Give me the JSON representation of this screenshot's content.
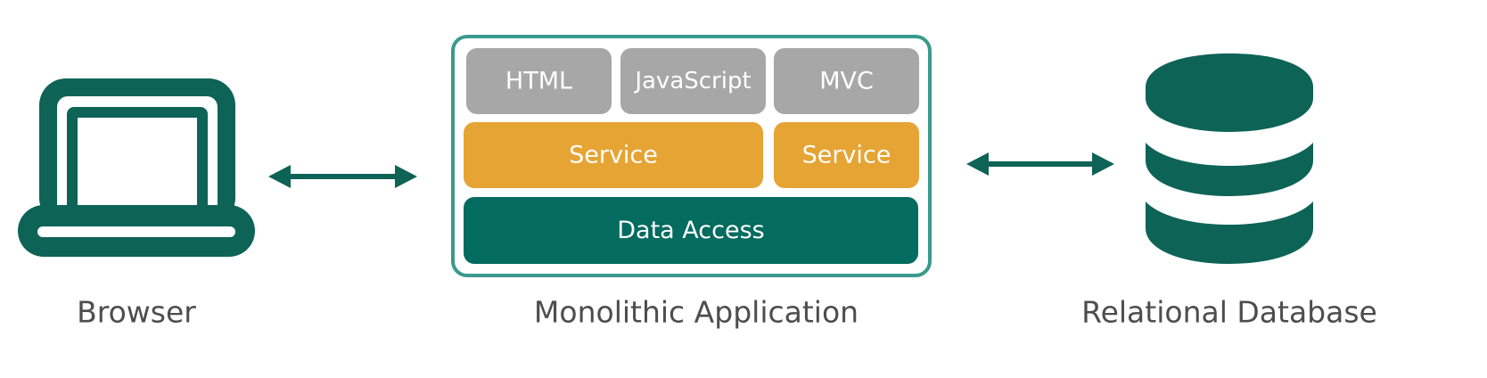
{
  "colors": {
    "teal_dark": "#0e6357",
    "teal_block": "#036b5f",
    "teal_border": "#3a9a8c",
    "gray_block": "#a7a7a7",
    "orange_block": "#e6a434",
    "caption": "#4d4d4d",
    "block_text": "#ffffff"
  },
  "browser": {
    "icon": "laptop-icon",
    "caption": "Browser"
  },
  "application": {
    "caption": "Monolithic Application",
    "layers": {
      "presentation": [
        "HTML",
        "JavaScript",
        "MVC"
      ],
      "service": [
        "Service",
        "Service"
      ],
      "data": "Data Access"
    }
  },
  "database": {
    "icon": "database-icon",
    "caption": "Relational Database"
  },
  "connectors": [
    {
      "from": "Browser",
      "to": "Monolithic Application",
      "direction": "bidirectional"
    },
    {
      "from": "Monolithic Application",
      "to": "Relational Database",
      "direction": "bidirectional"
    }
  ]
}
